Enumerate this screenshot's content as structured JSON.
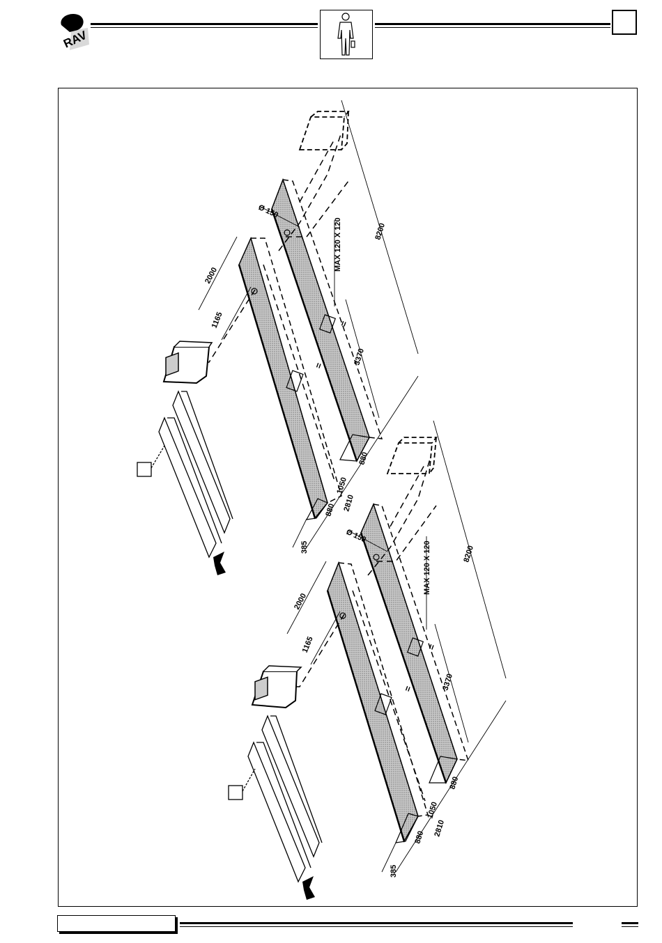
{
  "header": {
    "logo_text": "RAV",
    "icon": "operator-person-icon"
  },
  "diagram": {
    "installations": [
      {
        "dims": {
          "total_length": "8200",
          "mid_length": "3370",
          "width_total": "2810",
          "width_gap": "1050",
          "runway_width_a": "880",
          "runway_width_b": "880",
          "offset": "385",
          "pipe_diameter": "Ø 150",
          "channel": "MAX 120 X 120",
          "console_distance": "2000",
          "console_offset": "1165",
          "equal_mark_a": "=",
          "equal_mark_b": "="
        }
      },
      {
        "dims": {
          "total_length": "8200",
          "mid_length": "3370",
          "width_total": "2810",
          "width_gap": "1050",
          "runway_width_a": "880",
          "runway_width_b": "880",
          "offset": "385",
          "pipe_diameter": "Ø 150",
          "channel": "MAX 120 X 120",
          "console_distance": "2000",
          "console_offset": "1165",
          "equal_mark_a": "=",
          "equal_mark_b": "="
        }
      }
    ]
  },
  "colors": {
    "ink": "#000000",
    "hatch": "#b8b8b8"
  }
}
